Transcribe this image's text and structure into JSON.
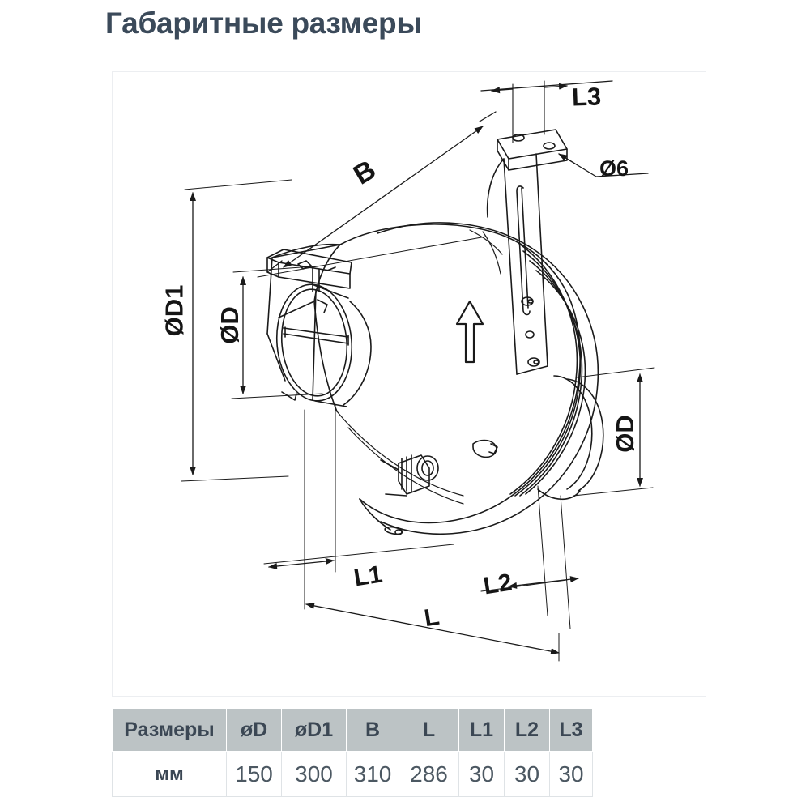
{
  "page": {
    "title": "Габаритные размеры"
  },
  "drawing": {
    "labels": {
      "l3": "L3",
      "hole": "Ø6",
      "b": "B",
      "d1": "ØD1",
      "d_left": "ØD",
      "d_right": "ØD",
      "l1": "L1",
      "l2": "L2",
      "l": "L"
    },
    "airflow_arrow": "airflow-arrow"
  },
  "table": {
    "headers": [
      "Размеры",
      "øD",
      "øD1",
      "B",
      "L",
      "L1",
      "L2",
      "L3"
    ],
    "rows": [
      {
        "unit": "мм",
        "values": [
          "150",
          "300",
          "310",
          "286",
          "30",
          "30",
          "30"
        ]
      }
    ],
    "header_bg": "#bcc3c5",
    "header_color": "#3b4754",
    "value_color": "#4c5862"
  }
}
